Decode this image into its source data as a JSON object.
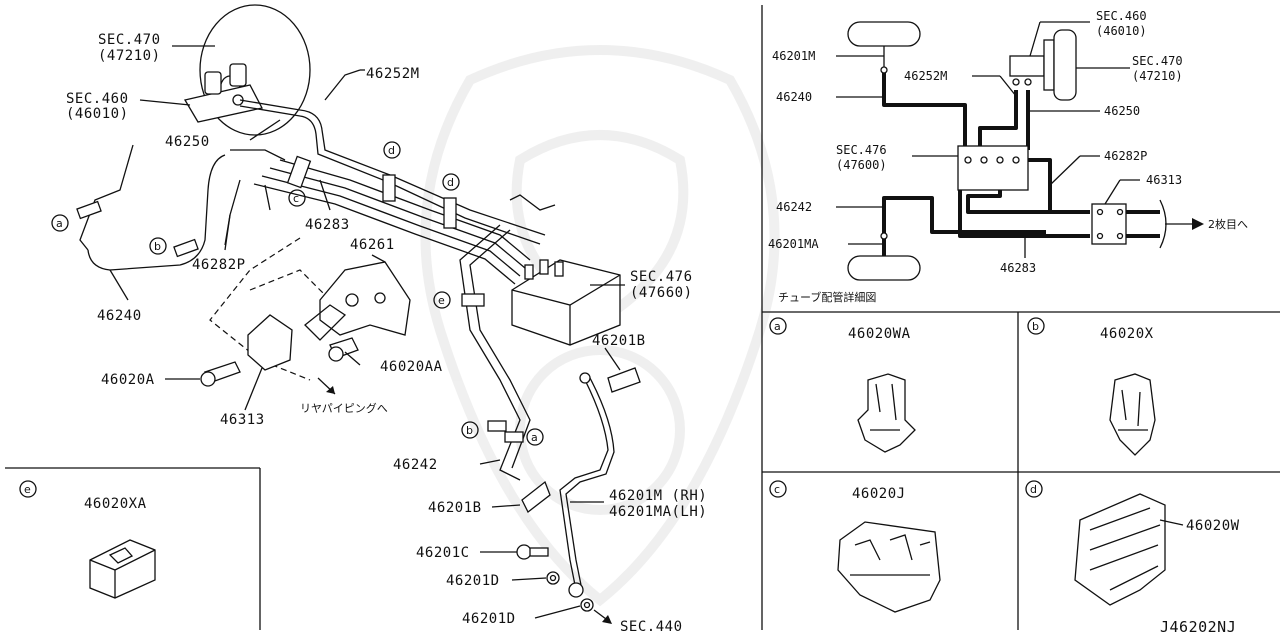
{
  "diagram": {
    "code": "J46202NJ",
    "main_labels": {
      "sec470_a": "SEC.470",
      "sec470_b": "(47210)",
      "sec460_a": "SEC.460",
      "sec460_b": "(46010)",
      "p46250": "46250",
      "p46252m": "46252M",
      "p46283": "46283",
      "p46282p": "46282P",
      "p46240": "46240",
      "p46261": "46261",
      "p46020aa": "46020AA",
      "p46020a": "46020A",
      "p46313": "46313",
      "rear_piping": "リヤパイピングへ",
      "sec476_a": "SEC.476",
      "sec476_b": "(47660)",
      "p46201b_top": "46201B",
      "p46242": "46242",
      "p46201b_bot": "46201B",
      "p46201m": "46201M (RH)",
      "p46201ma": "46201MA(LH)",
      "p46201c": "46201C",
      "p46201d_1": "46201D",
      "p46201d_2": "46201D",
      "sec440": "SEC.440"
    },
    "circle_refs": {
      "a": "a",
      "b": "b",
      "c": "c",
      "d": "d",
      "e": "e"
    },
    "detail": {
      "title": "チューブ配管詳細図",
      "p46201m": "46201M",
      "p46240": "46240",
      "p46252m": "46252M",
      "sec460_a": "SEC.460",
      "sec460_b": "(46010)",
      "sec470_a": "SEC.470",
      "sec470_b": "(47210)",
      "p46250": "46250",
      "sec476_a": "SEC.476",
      "sec476_b": "(47600)",
      "p46282p": "46282P",
      "p46313": "46313",
      "p46242": "46242",
      "p46201ma": "46201MA",
      "p46283": "46283",
      "to_page2": "2枚目へ"
    },
    "clip_panels": [
      {
        "ref": "a",
        "part": "46020WA"
      },
      {
        "ref": "b",
        "part": "46020X"
      },
      {
        "ref": "c",
        "part": "46020J"
      },
      {
        "ref": "d",
        "part": "46020W"
      },
      {
        "ref": "e",
        "part": "46020XA"
      }
    ]
  }
}
